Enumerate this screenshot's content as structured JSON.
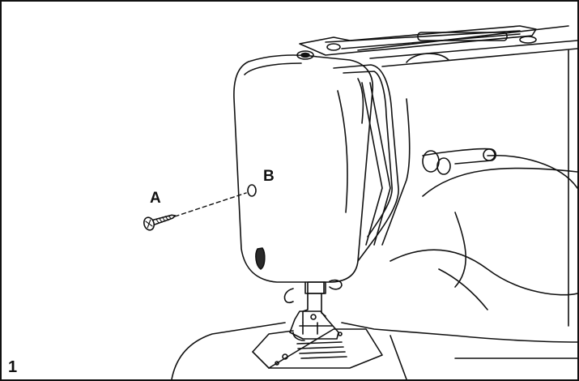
{
  "callouts": {
    "screw_label": "A",
    "hole_label": "B"
  },
  "figure_number": "1",
  "icons": [
    "screw-icon",
    "sewing-machine-illustration"
  ],
  "colors": {
    "line": "#111111",
    "background": "#ffffff",
    "shade": "#2a2a2a"
  }
}
